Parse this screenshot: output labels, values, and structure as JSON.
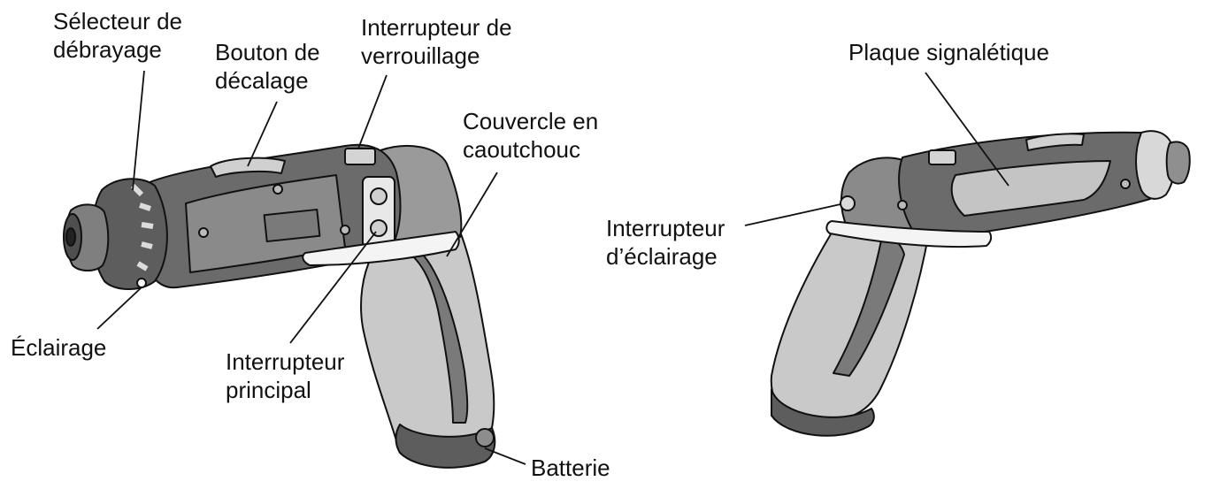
{
  "labels": {
    "selecteur": [
      "Sélecteur de",
      "débrayage"
    ],
    "bouton": [
      "Bouton de",
      "décalage"
    ],
    "verrouillage": [
      "Interrupteur de",
      "verrouillage"
    ],
    "couvercle": [
      "Couvercle en",
      "caoutchouc"
    ],
    "plaque": [
      "Plaque signalétique"
    ],
    "interrupteur_eclairage": [
      "Interrupteur",
      "d’éclairage"
    ],
    "eclairage": [
      "Éclairage"
    ],
    "principal": [
      "Interrupteur",
      "principal"
    ],
    "batterie": [
      "Batterie"
    ]
  },
  "colors": {
    "ink": "#111111",
    "body_dark": "#6b6b6b",
    "body_mid": "#9a9a9a",
    "grip_light": "#c9c9c9",
    "band": "#f4f4f4",
    "plate": "#c4c4c4",
    "background": "#ffffff"
  }
}
